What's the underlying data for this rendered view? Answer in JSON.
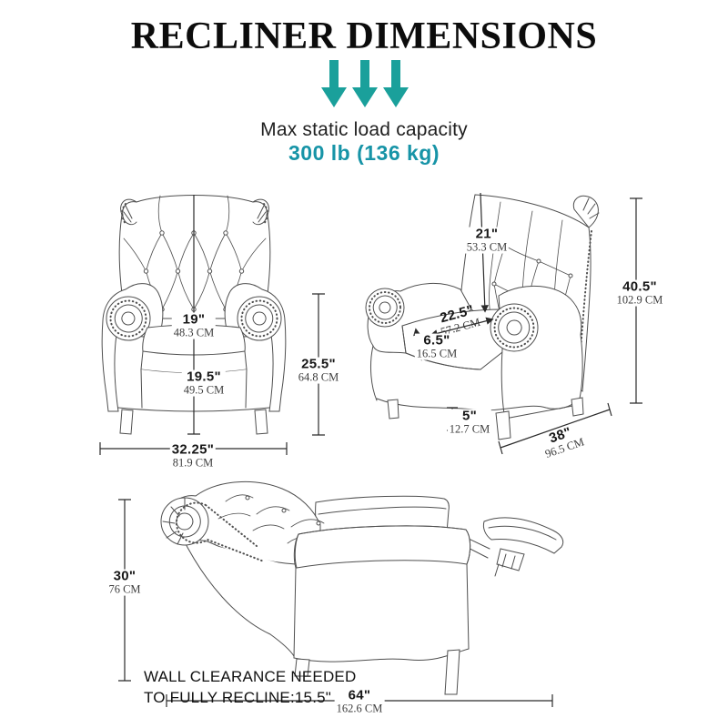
{
  "title": "RECLINER DIMENSIONS",
  "capacity": {
    "label": "Max static load capacity",
    "value": "300 lb (136 kg)"
  },
  "icons": {
    "arrows": "triple-down-arrow"
  },
  "colors": {
    "arrow_teal": "#1aa09b",
    "capacity_teal": "#1794a7",
    "line_art": "#4f4f4f",
    "dim_line": "#2b2b2b"
  },
  "dims": {
    "seat_width": {
      "in": "19\"",
      "cm": "48.3 CM"
    },
    "seat_height": {
      "in": "19.5\"",
      "cm": "49.5 CM"
    },
    "arm_height": {
      "in": "25.5\"",
      "cm": "64.8 CM"
    },
    "overall_width": {
      "in": "32.25\"",
      "cm": "81.9 CM"
    },
    "back_height": {
      "in": "21\"",
      "cm": "53.3 CM"
    },
    "seat_depth": {
      "in": "22.5\"",
      "cm": "57.2 CM"
    },
    "cushion_thickness": {
      "in": "6.5\"",
      "cm": "16.5 CM"
    },
    "leg_height": {
      "in": "5\"",
      "cm": "12.7 CM"
    },
    "overall_height": {
      "in": "40.5\"",
      "cm": "102.9 CM"
    },
    "overall_depth": {
      "in": "38\"",
      "cm": "96.5 CM"
    },
    "reclined_height": {
      "in": "30\"",
      "cm": "76 CM"
    },
    "reclined_length": {
      "in": "64\"",
      "cm": "162.6 CM"
    }
  },
  "wall_clearance": {
    "line1": "WALL CLEARANCE NEEDED",
    "line2": "TO FULLY RECLINE:15.5\""
  }
}
